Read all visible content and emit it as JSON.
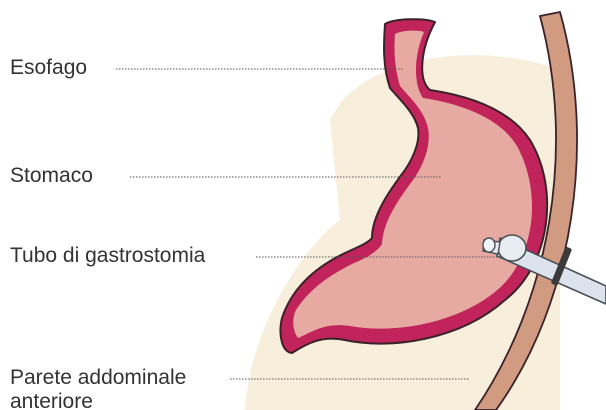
{
  "labels": {
    "esofago": "Esofago",
    "stomaco": "Stomaco",
    "tubo": "Tubo di gastrostomia",
    "parete_line1": "Parete addominale",
    "parete_line2": "anteriore"
  },
  "colors": {
    "background_glow": "#f7eedb",
    "stomach_wall": "#c0245a",
    "stomach_inner": "#e6aaa2",
    "outline": "#3a2228",
    "abdominal_wall": "#d19b82",
    "tube": "#dde3ec",
    "leader_line": "#555555"
  }
}
